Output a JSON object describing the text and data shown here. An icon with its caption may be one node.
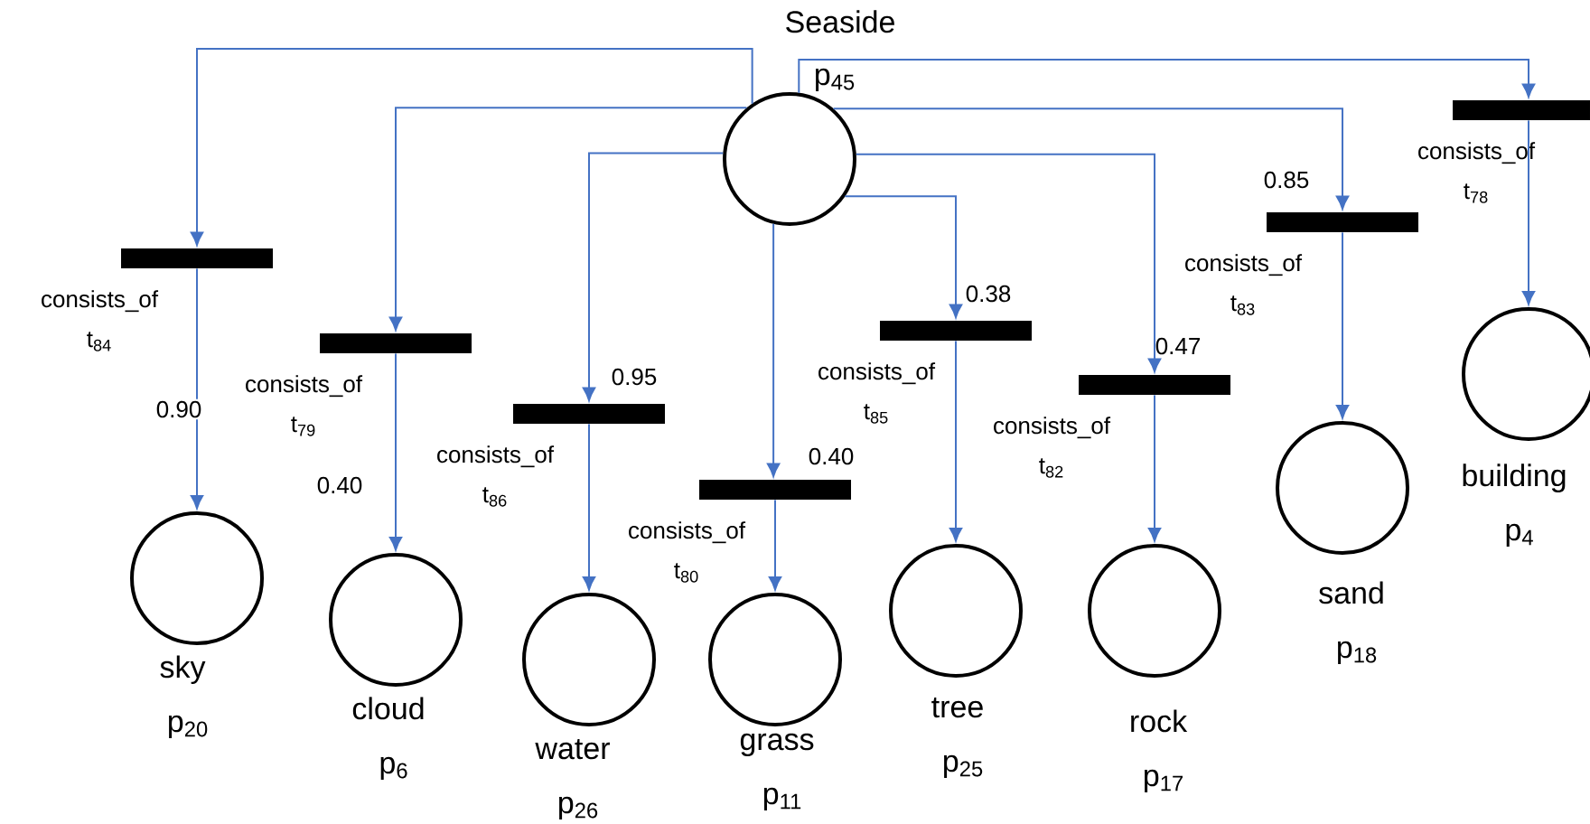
{
  "diagram": {
    "nodes": [
      {
        "text": [
          "Seaside",
          "p$_{45}$"
        ]
      },
      {
        "text": [
          "consists_of",
          "t$_{84}$"
        ]
      },
      {
        "text": [
          "consists_of",
          "t$_{79}$"
        ]
      },
      {
        "text": [
          "consists_of",
          "t$_{86}$"
        ],
        "beside": [
          "0.95"
        ]
      },
      {
        "text": [
          "consists_of",
          "t$_{80}$"
        ],
        "beside": [
          "0.40"
        ]
      },
      {
        "text": [
          "consists_of",
          "t$_{85}$"
        ],
        "beside": [
          "0.38"
        ]
      },
      {
        "text": [
          "consists_of",
          "t$_{82}$"
        ],
        "beside": [
          "0.47"
        ]
      },
      {
        "text": [
          "consists_of",
          "t$_{83}$"
        ],
        "beside": [
          "0.85"
        ]
      },
      {
        "text": [
          "consists_of",
          "t$_{78}$"
        ]
      },
      {
        "text": [
          "sky",
          "p$_{20}$"
        ]
      },
      {
        "text": [
          "cloud",
          "p$_{6}$"
        ]
      },
      {
        "text": [
          "water",
          "p$_{26}$"
        ]
      },
      {
        "text": [
          "grass",
          "p$_{11}$"
        ]
      },
      {
        "text": [
          "tree",
          "p$_{25}$"
        ]
      },
      {
        "text": [
          "rock",
          "p$_{17}$"
        ]
      },
      {
        "text": [
          "sand",
          "p$_{18}$"
        ]
      },
      {
        "text": [
          "building",
          "p$_{4}$"
        ]
      }
    ],
    "edges": [
      {
        "from": 0,
        "to": 1,
        "arrow": "to"
      },
      {
        "from": 0,
        "to": 2,
        "arrow": "to"
      },
      {
        "from": 0,
        "to": 3,
        "arrow": "to"
      },
      {
        "from": 0,
        "to": 4,
        "arrow": "to"
      },
      {
        "from": 0,
        "to": 5,
        "arrow": "to"
      },
      {
        "from": 0,
        "to": 6,
        "arrow": "to"
      },
      {
        "from": 0,
        "to": 7,
        "arrow": "to"
      },
      {
        "from": 0,
        "to": 8,
        "arrow": "to"
      },
      {
        "from": 1,
        "to": 9,
        "arrow": "to",
        "label": "0.90"
      },
      {
        "from": 2,
        "to": 10,
        "arrow": "to",
        "label": "0.40"
      },
      {
        "from": 3,
        "to": 11,
        "arrow": "to"
      },
      {
        "from": 4,
        "to": 12,
        "arrow": "to"
      },
      {
        "from": 5,
        "to": 13,
        "arrow": "to"
      },
      {
        "from": 6,
        "to": 14,
        "arrow": "to"
      },
      {
        "from": 7,
        "to": 15,
        "arrow": "to"
      },
      {
        "from": 8,
        "to": 16,
        "arrow": "to"
      }
    ]
  }
}
